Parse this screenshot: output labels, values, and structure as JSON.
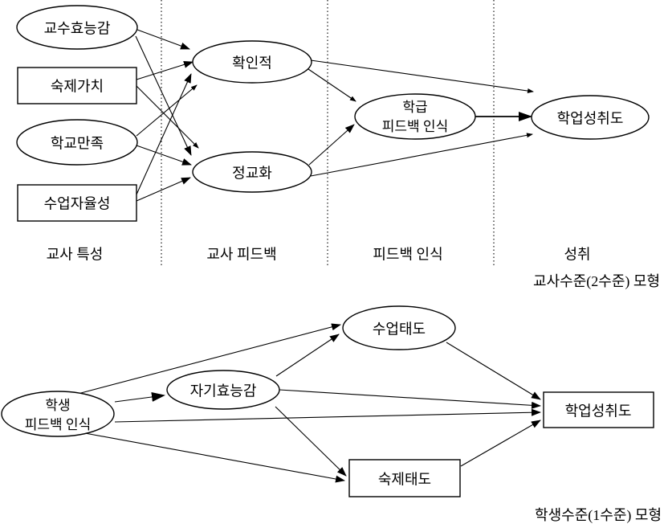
{
  "teacher": {
    "nodes": {
      "teaching_efficacy": "교수효능감",
      "homework_value": "숙제가치",
      "school_satisfaction": "학교만족",
      "class_autonomy": "수업자율성",
      "confirmatory": "확인적",
      "elaboration": "정교화",
      "class_feedback_line1": "학급",
      "class_feedback_line2": "피드백 인식",
      "achievement": "학업성취도"
    },
    "sections": [
      "교사 특성",
      "교사 피드백",
      "피드백 인식",
      "성취"
    ],
    "caption": "교사수준(2수준) 모형"
  },
  "student": {
    "nodes": {
      "student_feedback_line1": "학생",
      "student_feedback_line2": "피드백 인식",
      "self_efficacy": "자기효능감",
      "class_attitude": "수업태도",
      "homework_attitude": "숙제태도",
      "achievement": "학업성취도"
    },
    "caption": "학생수준(1수준) 모형"
  },
  "colors": {
    "stroke": "#000000",
    "background": "#ffffff"
  }
}
